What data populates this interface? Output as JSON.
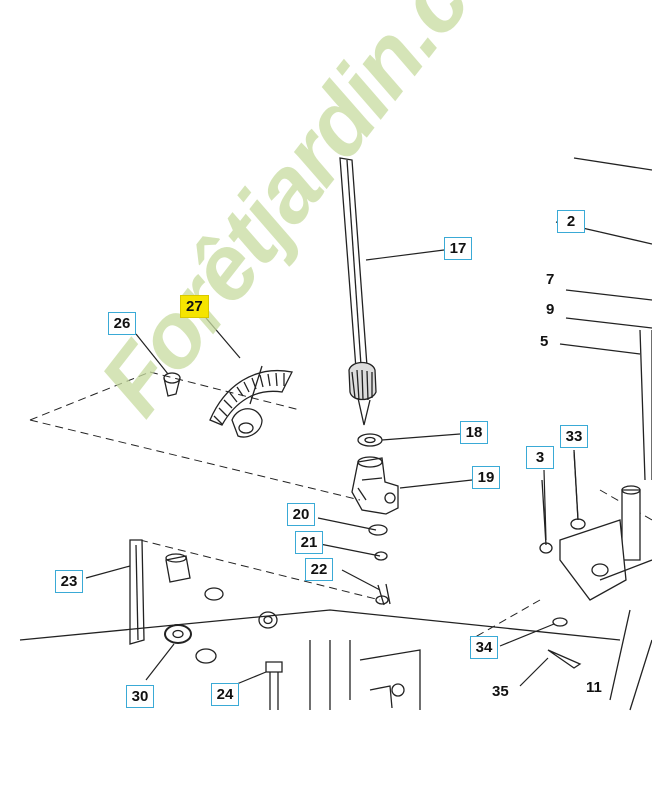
{
  "diagram": {
    "callouts": [
      {
        "id": "c27",
        "label": "27",
        "style": "highlight"
      },
      {
        "id": "c26",
        "label": "26",
        "style": "boxed"
      },
      {
        "id": "c17",
        "label": "17",
        "style": "boxed"
      },
      {
        "id": "c18",
        "label": "18",
        "style": "boxed"
      },
      {
        "id": "c19",
        "label": "19",
        "style": "boxed"
      },
      {
        "id": "c20",
        "label": "20",
        "style": "boxed"
      },
      {
        "id": "c21",
        "label": "21",
        "style": "boxed"
      },
      {
        "id": "c22",
        "label": "22",
        "style": "boxed"
      },
      {
        "id": "c23",
        "label": "23",
        "style": "boxed"
      },
      {
        "id": "c24",
        "label": "24",
        "style": "boxed"
      },
      {
        "id": "c30",
        "label": "30",
        "style": "boxed"
      },
      {
        "id": "c2",
        "label": "2",
        "style": "boxed"
      },
      {
        "id": "c3",
        "label": "3",
        "style": "boxed"
      },
      {
        "id": "c33",
        "label": "33",
        "style": "boxed"
      },
      {
        "id": "c34",
        "label": "34",
        "style": "boxed"
      },
      {
        "id": "c35",
        "label": "35",
        "style": "plain"
      },
      {
        "id": "c11",
        "label": "11",
        "style": "plain"
      },
      {
        "id": "c7",
        "label": "7",
        "style": "plain"
      },
      {
        "id": "c9",
        "label": "9",
        "style": "plain"
      },
      {
        "id": "c5",
        "label": "5",
        "style": "plain"
      }
    ],
    "highlight_color": "#f5e400",
    "box_color": "#3aaad6"
  },
  "watermark": {
    "text": "Forêtjardin.com",
    "colors": {
      "main": "#c8dca0",
      "accent": "#f0b070",
      "tail": "#c8c4b0"
    }
  }
}
